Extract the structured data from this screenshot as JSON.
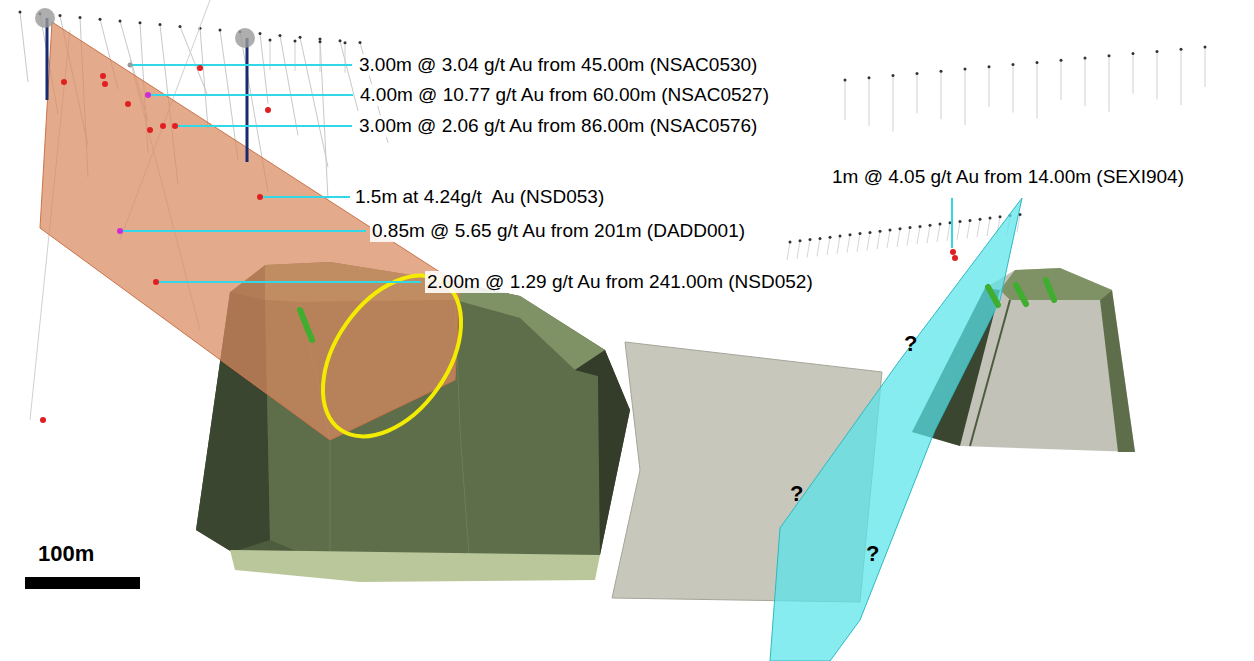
{
  "diagram": {
    "labels": [
      "3.00m @ 3.04 g/t Au from 45.00m (NSAC0530)",
      "4.00m @ 10.77 g/t Au from 60.00m (NSAC0527)",
      "3.00m @ 2.06 g/t Au from 86.00m (NSAC0576)",
      "1m @ 4.05 g/t Au from 14.00m (SEXI904)",
      "1.5m at 4.24g/t  Au (NSD053)",
      "0.85m @ 5.65 g/t Au from 201m (DADD001)",
      "2.00m @ 1.29 g/t Au from 241.00m (NSD052)",
      "?",
      "?",
      "?",
      "100m"
    ]
  }
}
